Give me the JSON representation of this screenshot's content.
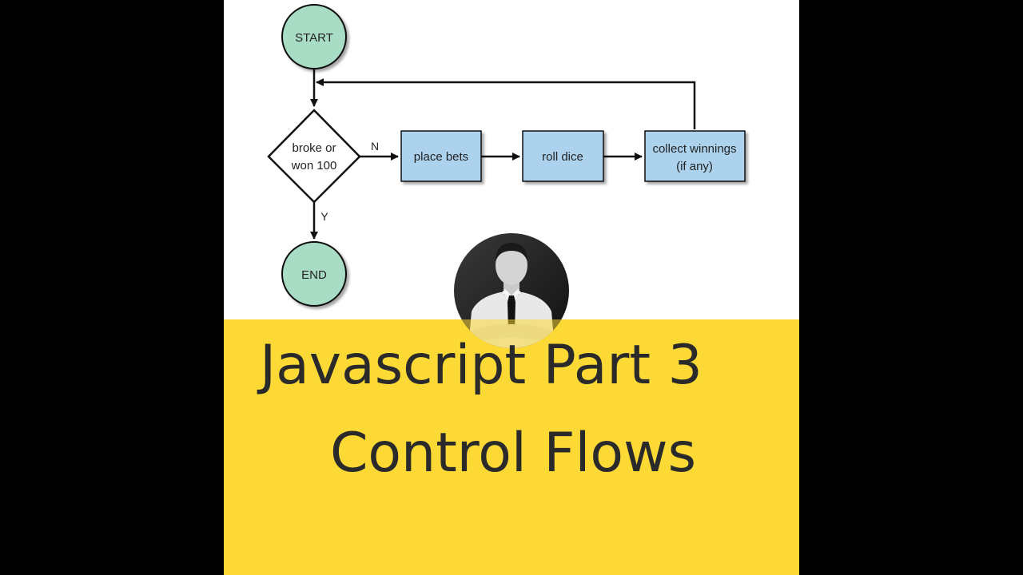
{
  "flowchart": {
    "start_label": "START",
    "end_label": "END",
    "decision_line1": "broke or",
    "decision_line2": "won 100",
    "no_label": "N",
    "yes_label": "Y",
    "step1_label": "place bets",
    "step2_label": "roll dice",
    "step3_line1": "collect winnings",
    "step3_line2": "(if any)"
  },
  "title": {
    "line1": "Javascript Part 3",
    "line2": "Control Flows"
  },
  "colors": {
    "terminal_fill": "#a8dcc4",
    "process_fill": "#acd2ee",
    "banner": "#fcd935",
    "text": "#2a2a2a"
  },
  "icons": {
    "avatar": "presenter-portrait"
  }
}
